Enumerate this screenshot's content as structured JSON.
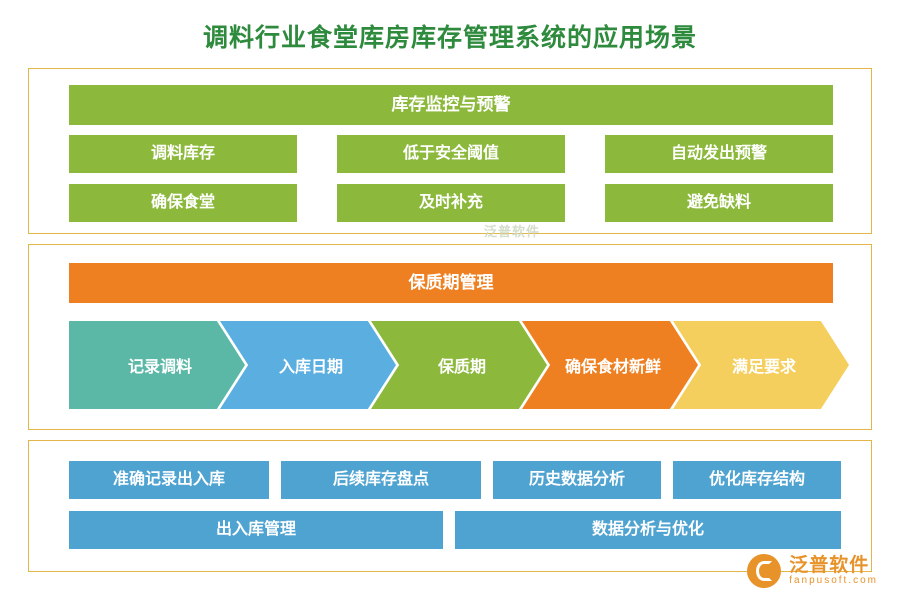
{
  "title": "调料行业食堂库房库存管理系统的应用场景",
  "colors": {
    "title": "#2e8b3d",
    "panel_border": "#e3b64a",
    "green": "#8cb93c",
    "orange": "#ef8022",
    "blue": "#4fa3d1",
    "teal": "#5bb8a6",
    "sky": "#5aaee0",
    "yellow": "#f5cf5d",
    "brand": "#e8932a"
  },
  "panels": [
    {
      "header": "库存监控与预警",
      "row1": [
        "调料库存",
        "低于安全阈值",
        "自动发出预警"
      ],
      "row2": [
        "确保食堂",
        "及时补充",
        "避免缺料"
      ]
    },
    {
      "header": "保质期管理",
      "steps": [
        {
          "label": "记录调料",
          "color": "#5bb8a6"
        },
        {
          "label": "入库日期",
          "color": "#5aaee0"
        },
        {
          "label": "保质期",
          "color": "#8cb93c"
        },
        {
          "label": "确保食材新鲜",
          "color": "#ef8022"
        },
        {
          "label": "满足要求",
          "color": "#f5cf5d"
        }
      ]
    },
    {
      "row1": [
        "准确记录出入库",
        "后续库存盘点",
        "历史数据分析",
        "优化库存结构"
      ],
      "row2": [
        "出入库管理",
        "数据分析与优化"
      ]
    }
  ],
  "watermark": "泛普软件",
  "logo": {
    "cn": "泛普软件",
    "en": "fanpusoft.com"
  }
}
